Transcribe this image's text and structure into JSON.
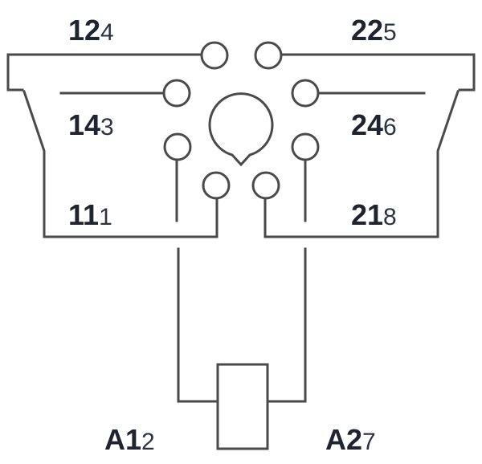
{
  "labels": {
    "t12": {
      "main": "12",
      "sub": "4"
    },
    "t22": {
      "main": "22",
      "sub": "5"
    },
    "t14": {
      "main": "14",
      "sub": "3"
    },
    "t24": {
      "main": "24",
      "sub": "6"
    },
    "t11": {
      "main": "11",
      "sub": "1"
    },
    "t21": {
      "main": "21",
      "sub": "8"
    },
    "a1": {
      "main": "A1",
      "sub": "2"
    },
    "a2": {
      "main": "A2",
      "sub": "7"
    }
  },
  "colors": {
    "line": "#4a4a4a",
    "text": "#1f2530"
  }
}
